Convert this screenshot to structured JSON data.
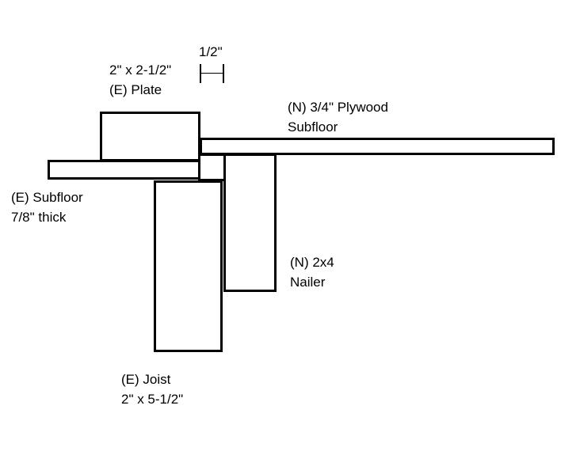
{
  "labels": {
    "plate": {
      "line1": "2\" x 2-1/2\"",
      "line2": "(E) Plate"
    },
    "dimension": {
      "text": "1/2\""
    },
    "plywood": {
      "line1": "(N) 3/4\" Plywood",
      "line2": "Subfloor"
    },
    "subfloor": {
      "line1": "(E) Subfloor",
      "line2": "7/8\" thick"
    },
    "nailer": {
      "line1": "(N) 2x4",
      "line2": "Nailer"
    },
    "joist": {
      "line1": "(E) Joist",
      "line2": "2\" x 5-1/2\""
    }
  },
  "colors": {
    "stroke": "#000000",
    "background": "#ffffff"
  }
}
